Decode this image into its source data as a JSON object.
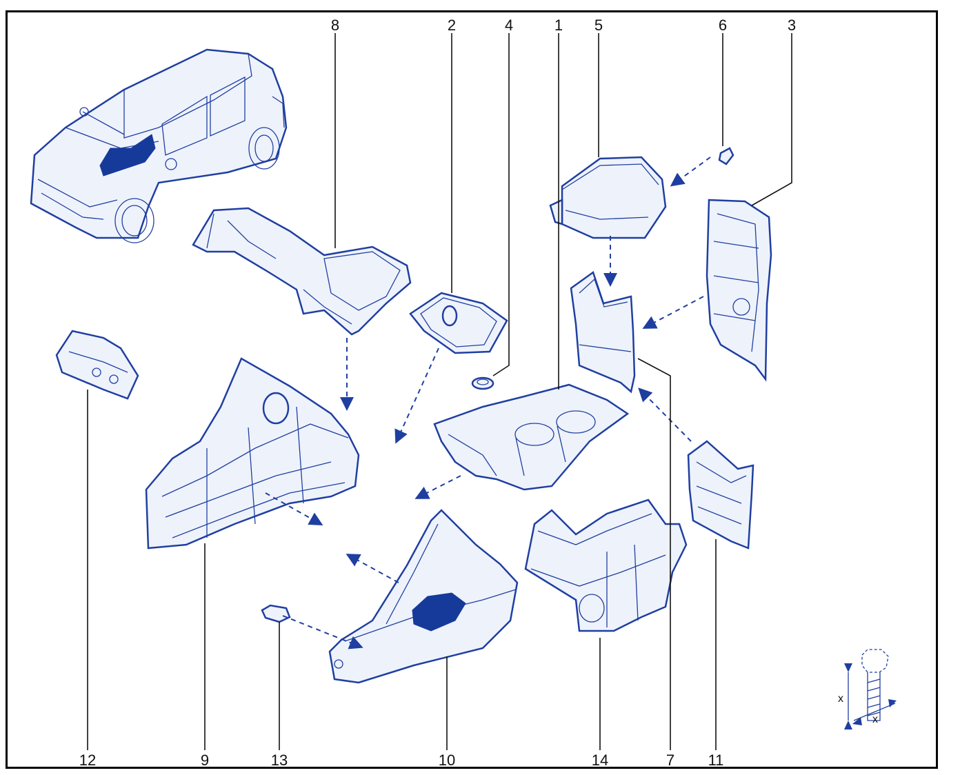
{
  "diagram": {
    "callouts": [
      {
        "id": "c1",
        "text": "1"
      },
      {
        "id": "c2",
        "text": "2"
      },
      {
        "id": "c3",
        "text": "3"
      },
      {
        "id": "c4",
        "text": "4"
      },
      {
        "id": "c5",
        "text": "5"
      },
      {
        "id": "c6",
        "text": "6"
      },
      {
        "id": "c7",
        "text": "7"
      },
      {
        "id": "c8",
        "text": "8"
      },
      {
        "id": "c9",
        "text": "9"
      },
      {
        "id": "c10",
        "text": "10"
      },
      {
        "id": "c11",
        "text": "11"
      },
      {
        "id": "c12",
        "text": "12"
      },
      {
        "id": "c13",
        "text": "13"
      },
      {
        "id": "c14",
        "text": "14"
      }
    ],
    "torque_symbol": {
      "label_a": "x",
      "label_b": "x"
    },
    "colors": {
      "line": "#1f3fa0",
      "fill": "#eef2fb",
      "dark": "#163a9a",
      "frame": "#000000"
    }
  }
}
